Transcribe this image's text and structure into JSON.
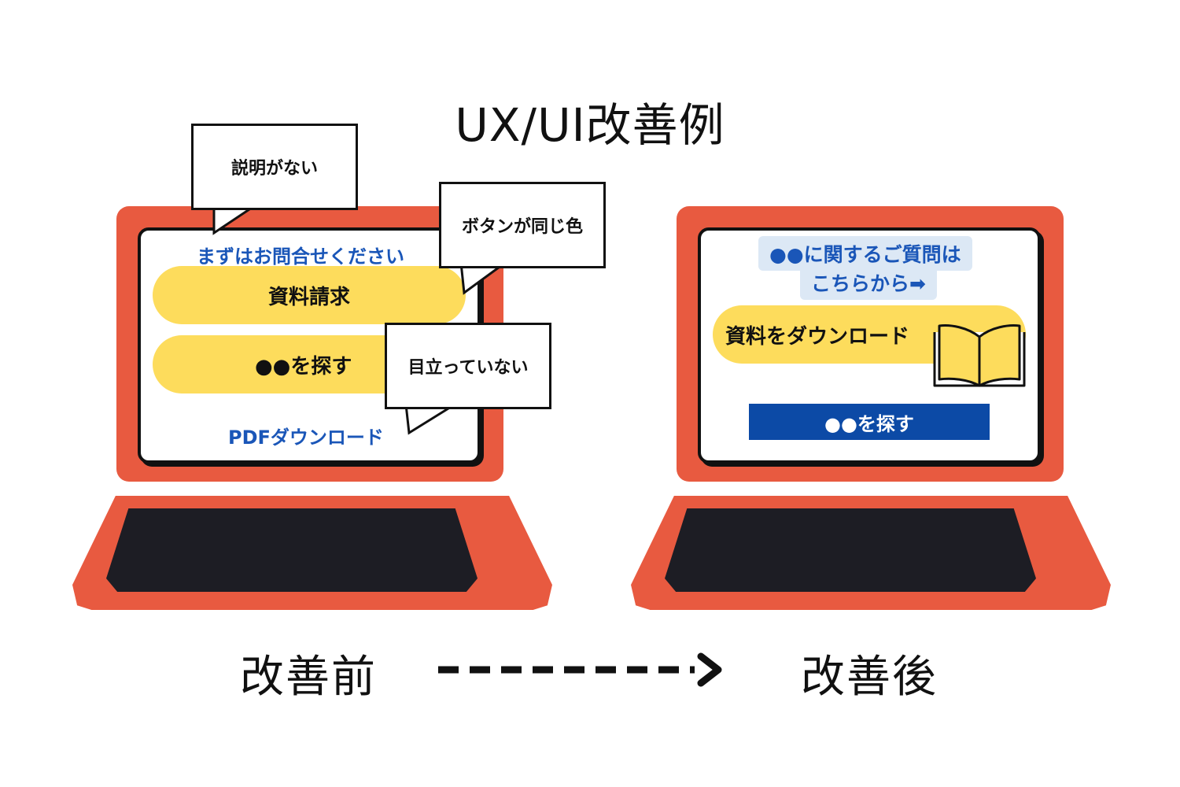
{
  "title": "UX/UI改善例",
  "before": {
    "caption": "改善前",
    "intro_link": "まずはお問合せください",
    "button_1": "資料請求",
    "button_2": "●●を探す",
    "bottom_link": "PDFダウンロード",
    "bubbles": {
      "no_explanation": "説明がない",
      "same_color": "ボタンが同じ色",
      "not_prominent": "目立っていない"
    }
  },
  "after": {
    "caption": "改善後",
    "question_line_1": "●●に関するご質問は",
    "question_line_2": "こちらから➡",
    "download_button": "資料をダウンロード",
    "search_button": "●●を探す"
  },
  "colors": {
    "laptop": "#e85a40",
    "keypad": "#1d1d24",
    "pill_yellow": "#fddc5c",
    "link_blue": "#1a56b8",
    "navy": "#0c4aa6",
    "question_bg": "#dce8f5"
  },
  "icons": [
    "book-icon",
    "dashed-arrow-icon"
  ]
}
